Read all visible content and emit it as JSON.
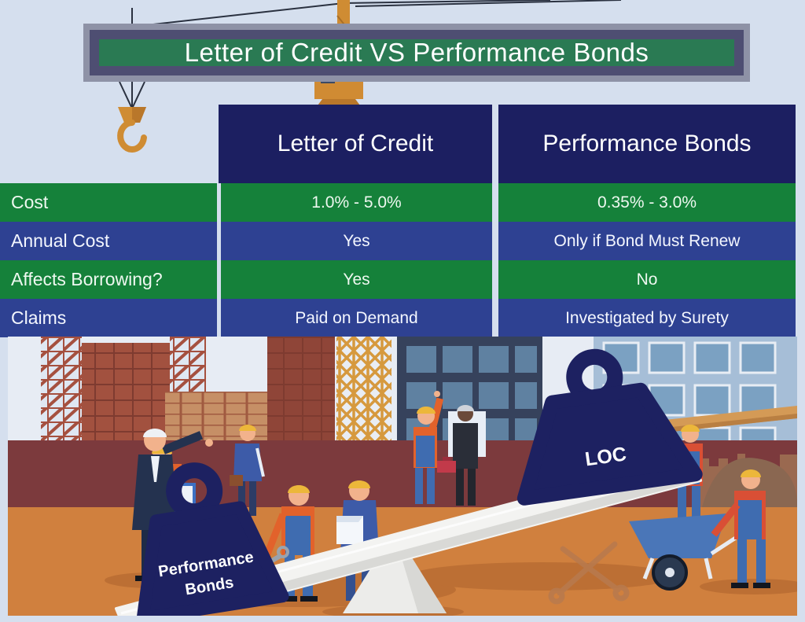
{
  "title": {
    "text": "Letter of Credit VS Performance Bonds"
  },
  "table": {
    "columns": [
      "Letter of Credit",
      "Performance Bonds"
    ],
    "rows": [
      {
        "label": "Cost",
        "letter_of_credit": "1.0% - 5.0%",
        "performance_bonds": "0.35% - 3.0%"
      },
      {
        "label": "Annual Cost",
        "letter_of_credit": "Yes",
        "performance_bonds": "Only if Bond Must Renew"
      },
      {
        "label": "Affects Borrowing?",
        "letter_of_credit": "Yes",
        "performance_bonds": "No"
      },
      {
        "label": "Claims",
        "letter_of_credit": "Paid on Demand",
        "performance_bonds": "Investigated by Surety"
      }
    ]
  },
  "chart_data": {
    "type": "table",
    "columns": [
      "",
      "Letter of Credit",
      "Performance Bonds"
    ],
    "rows": [
      [
        "Cost",
        "1.0% - 5.0%",
        "0.35% - 3.0%"
      ],
      [
        "Annual Cost",
        "Yes",
        "Only if Bond Must Renew"
      ],
      [
        "Affects Borrowing?",
        "Yes",
        "No"
      ],
      [
        "Claims",
        "Paid on Demand",
        "Investigated by Surety"
      ]
    ],
    "title": "Letter of Credit VS Performance Bonds"
  },
  "scale_illustration": {
    "left_weight": {
      "line1": "Performance",
      "line2": "Bonds"
    },
    "right_weight": {
      "label": "LOC"
    }
  },
  "colors": {
    "page_bg": "#d5dfee",
    "banner_frame": "#8e92a6",
    "banner_inner": "#4e4e72",
    "banner_green": "#2a7a53",
    "header_navy": "#1c1f61",
    "row_green": "#15813a",
    "row_blue": "#2e4192",
    "weight_navy": "#1d2161",
    "ground_orange": "#d0803e",
    "wall_maroon": "#7c3a3d",
    "crane_orange": "#cf8c33"
  }
}
